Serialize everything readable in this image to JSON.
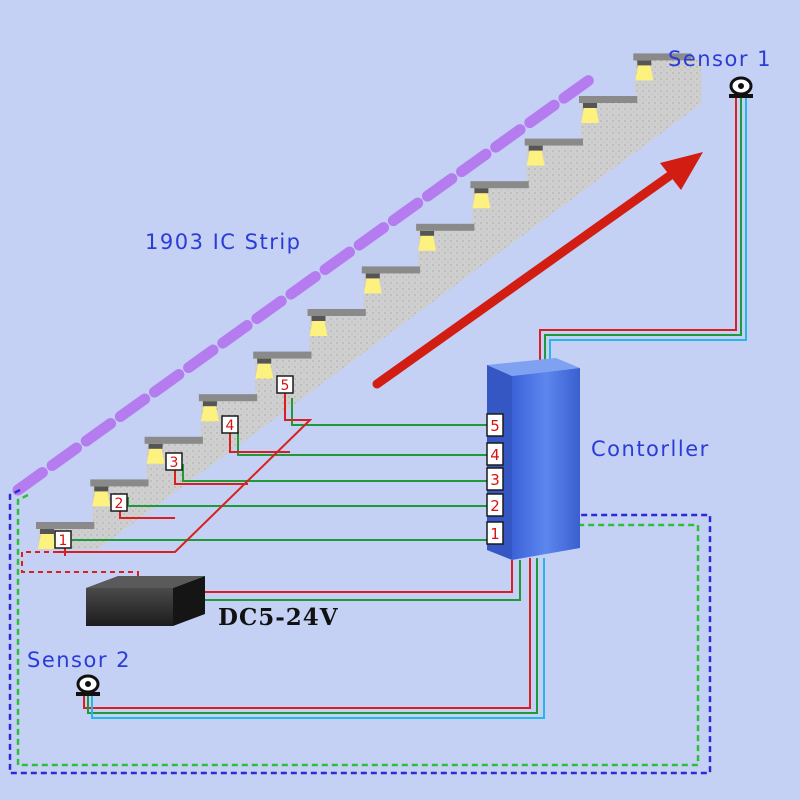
{
  "labels": {
    "sensor1": "Sensor 1",
    "sensor2": "Sensor 2",
    "strip": "1903 IC Strip",
    "controller": "Contorller",
    "power_supply": "DC5-24V"
  },
  "step_numbers": [
    "1",
    "2",
    "3",
    "4",
    "5"
  ],
  "controller_ports": [
    "5",
    "4",
    "3",
    "2",
    "1"
  ],
  "colors": {
    "background": "#c4d1f4",
    "stairs": "#cfcfcf",
    "tread": "#8a8a8a",
    "light": "#fff27a",
    "strip": "#b57cf0",
    "arrow": "#d21d12",
    "controller": "#4f78e6",
    "power_supply": "#2a2a2a",
    "wire_green": "#1f9a3a",
    "wire_red": "#d82020",
    "wire_cyan": "#27b7e6",
    "wire_blue_dashed": "#2a2ad6",
    "wire_green_dashed": "#2bbf3a",
    "label_text": "#2b3bd6"
  }
}
